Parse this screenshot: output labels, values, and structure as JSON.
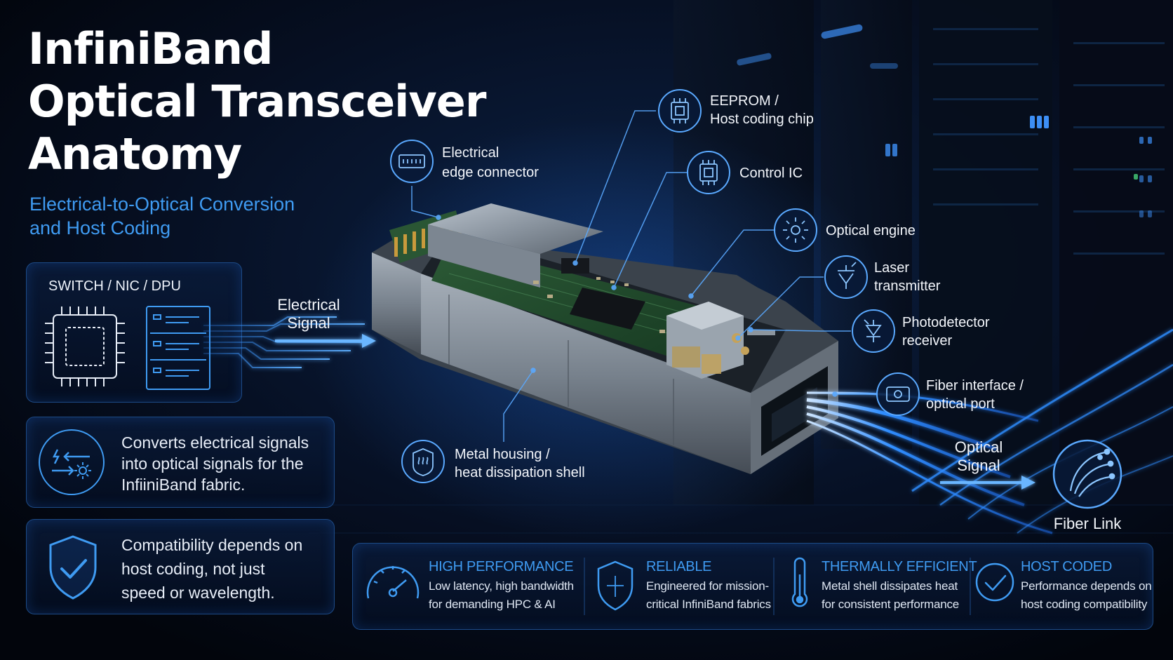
{
  "title": {
    "line1": "InfiniBand",
    "line2": "Optical Transceiver",
    "line3": "Anatomy"
  },
  "subtitle": {
    "line1": "Electrical-to-Optical Conversion",
    "line2": "and Host Coding"
  },
  "host_panel": {
    "label": "SWITCH / NIC / DPU"
  },
  "info_conversion": {
    "line1": "Converts electrical signals",
    "line2": "into optical signals for the",
    "line3": "InfiiniBand fabric."
  },
  "info_compat": {
    "line1": "Compatibility depends on",
    "line2": "host coding, not just",
    "line3": "speed or wavelength."
  },
  "signals": {
    "electrical": {
      "line1": "Electrical",
      "line2": "Signal"
    },
    "optical": {
      "line1": "Optical",
      "line2": "Signal"
    },
    "fiber_link": "Fiber Link"
  },
  "components": {
    "edge_connector": {
      "line1": "Electrical",
      "line2": "edge connector",
      "icon": "edge-connector-icon"
    },
    "eeprom": {
      "line1": "EEPROM /",
      "line2": "Host coding chip",
      "icon": "chip-icon"
    },
    "control_ic": {
      "line1": "Control IC",
      "icon": "chip-icon"
    },
    "optical_engine": {
      "line1": "Optical engine",
      "icon": "light-burst-icon"
    },
    "laser": {
      "line1": "Laser",
      "line2": "transmitter",
      "icon": "laser-diode-icon"
    },
    "photodetector": {
      "line1": "Photodetector",
      "line2": "receiver",
      "icon": "photodiode-icon"
    },
    "fiber_interface": {
      "line1": "Fiber interface /",
      "line2": "optical port",
      "icon": "optical-port-icon"
    },
    "housing": {
      "line1": "Metal housing /",
      "line2": "heat dissipation shell",
      "icon": "heat-shell-icon"
    }
  },
  "features": [
    {
      "title": "HIGH PERFORMANCE",
      "line1": "Low latency, high bandwidth",
      "line2": "for demanding HPC & AI",
      "icon": "speedometer-icon"
    },
    {
      "title": "RELIABLE",
      "line1": "Engineered for mission-",
      "line2": "critical InfiniBand fabrics",
      "icon": "shield-icon"
    },
    {
      "title": "THERMALLY EFFICIENT",
      "line1": "Metal shell dissipates heat",
      "line2": "for consistent performance",
      "icon": "thermometer-icon"
    },
    {
      "title": "HOST CODED",
      "line1": "Performance depends on",
      "line2": "host coding compatibility",
      "icon": "check-circle-icon"
    }
  ],
  "colors": {
    "background": "#03070f",
    "accent": "#3f9bf2",
    "glow": "#2d8cff",
    "panel_border": "#1d4a86",
    "text": "#eef3fb",
    "pcb": "#1f4a2c",
    "gold_contacts": "#c99a3c"
  }
}
